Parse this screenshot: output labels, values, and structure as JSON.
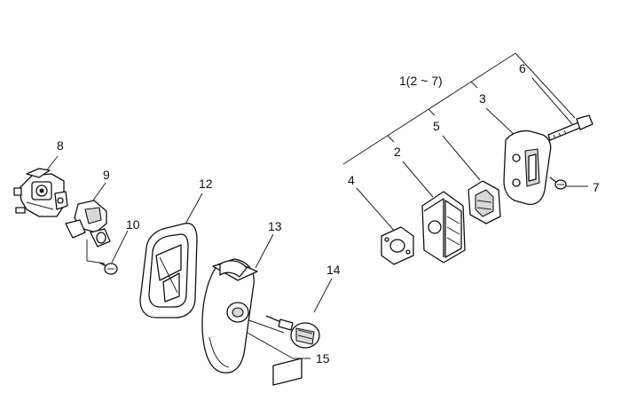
{
  "callouts": {
    "c1": "1(2 ~ 7)",
    "c2": "2",
    "c3": "3",
    "c4": "4",
    "c5": "5",
    "c6": "6",
    "c7": "7",
    "c8": "8",
    "c9": "9",
    "c10": "10",
    "c12": "12",
    "c13": "13",
    "c14": "14",
    "c15": "15"
  },
  "parts": [
    "carburetor-icon",
    "carburetor-holder-icon",
    "screw-icon",
    "air-filter-element-icon",
    "air-cleaner-cover-icon",
    "knob-bolt-icon",
    "decal-icon",
    "muffler-gasket-icon",
    "muffler-body-icon",
    "spark-arrester-icon",
    "muffler-cover-icon",
    "muffler-bolt-icon"
  ]
}
